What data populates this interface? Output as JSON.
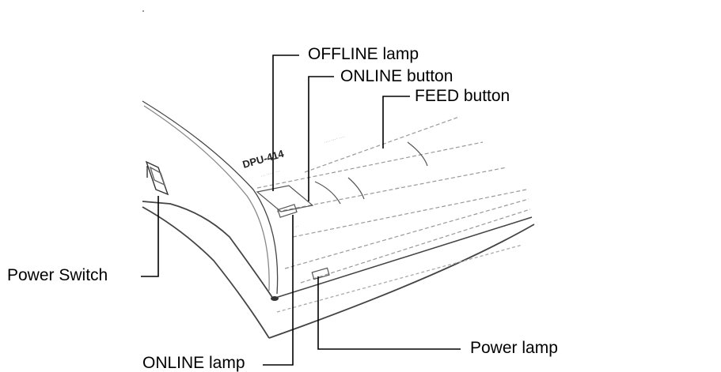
{
  "callouts": {
    "offline_lamp": "OFFLINE lamp",
    "online_button": "ONLINE button",
    "feed_button": "FEED button",
    "power_switch": "Power Switch",
    "online_lamp": "ONLINE lamp",
    "power_lamp": "Power lamp"
  },
  "panel_print": {
    "model": "DPU-414"
  },
  "colors": {
    "ink": "#000000",
    "outline": "#333333",
    "faint": "#9a9a9a"
  }
}
